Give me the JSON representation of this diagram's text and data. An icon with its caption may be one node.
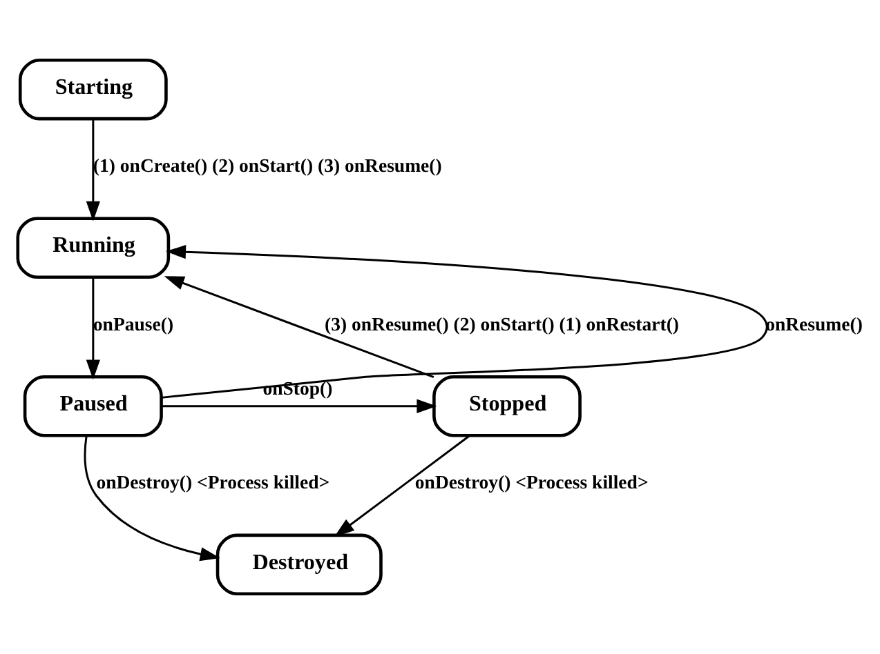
{
  "diagram": {
    "nodes": [
      {
        "text": [
          "Starting"
        ]
      },
      {
        "text": [
          "Running"
        ]
      },
      {
        "text": [
          "Stopped"
        ]
      },
      {
        "text": [
          "Paused"
        ]
      },
      {
        "text": [
          "Destroyed"
        ]
      }
    ],
    "edges": [
      {
        "from": 0,
        "to": 1,
        "arrow": "to",
        "label": "(1) onCreate() (2) onStart() (3) onResume()"
      },
      {
        "from": 1,
        "to": 3,
        "arrow": "to",
        "label": "onPause()"
      },
      {
        "from": 3,
        "to": 1,
        "arrow": "to",
        "label": "onResume()"
      },
      {
        "from": 3,
        "to": 2,
        "arrow": "to",
        "label": "onStop()"
      },
      {
        "from": 2,
        "to": 1,
        "arrow": "to",
        "label": "(3) onResume() (2) onStart() (1) onRestart()"
      },
      {
        "from": 2,
        "to": 4,
        "arrow": "to",
        "label": "onDestroy() <Process killed>"
      },
      {
        "from": 3,
        "to": 4,
        "arrow": "to",
        "label": "onDestroy() <Process killed>"
      }
    ]
  }
}
